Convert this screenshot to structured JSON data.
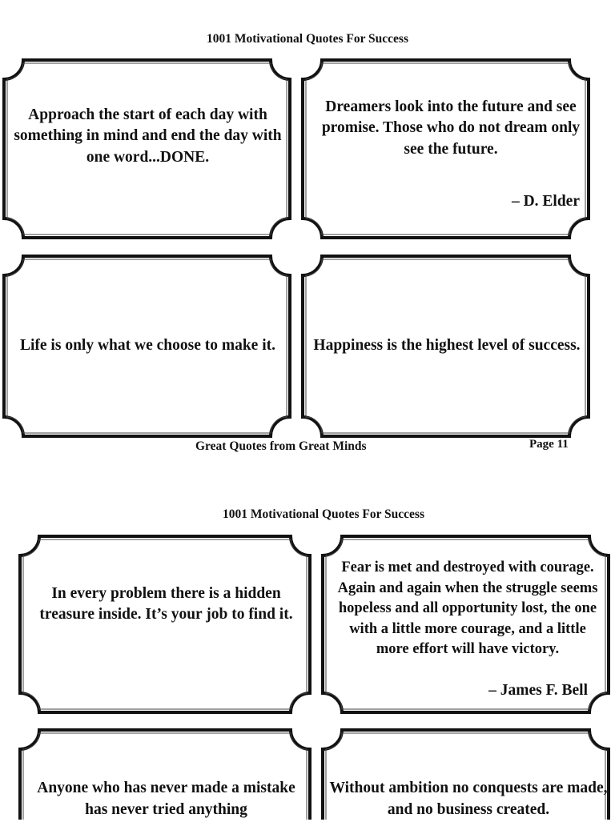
{
  "pages": [
    {
      "header": "1001 Motivational Quotes For Success",
      "footer": "Great Quotes from Great Minds",
      "page_number": "Page 11",
      "cards": [
        {
          "quote": "Approach the start of each day with something in mind and end the day with one word...DONE.",
          "author": ""
        },
        {
          "quote": "Dreamers look into the future and see promise.  Those who do not dream only see the future.",
          "author": "– D. Elder"
        },
        {
          "quote": "Life is only what we choose to make it.",
          "author": ""
        },
        {
          "quote": "Happiness is the highest level of success.",
          "author": ""
        }
      ]
    },
    {
      "header": "1001 Motivational Quotes For Success",
      "cards": [
        {
          "quote": "In every problem there is a hidden treasure inside. It’s your job to find it.",
          "author": ""
        },
        {
          "quote": "Fear is met and destroyed with courage.  Again and again when the struggle seems hopeless and all opportunity lost, the one with a little more courage, and a little more effort will have victory.",
          "author": "– James F. Bell"
        },
        {
          "quote": "Anyone who has never made a mistake has never tried anything",
          "author": ""
        },
        {
          "quote": "Without ambition no conquests are made, and no business created.",
          "author": ""
        }
      ]
    }
  ]
}
